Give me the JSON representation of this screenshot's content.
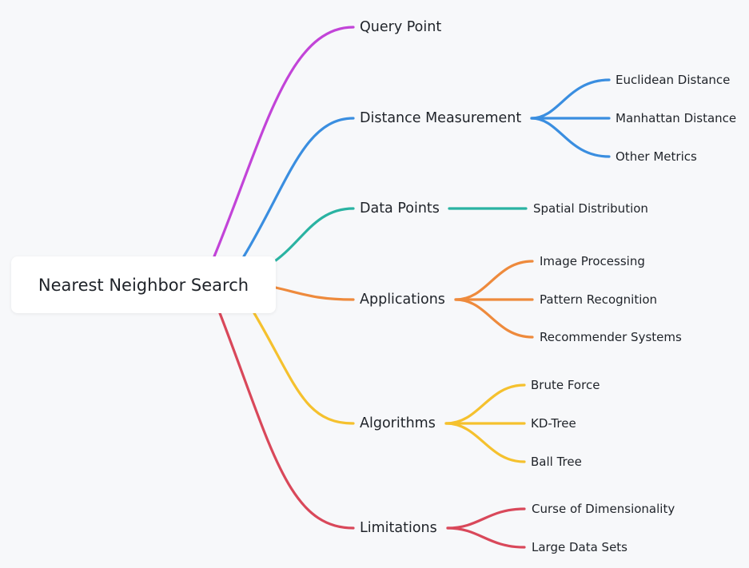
{
  "root": {
    "label": "Nearest Neighbor Search"
  },
  "branches": [
    {
      "label": "Query Point",
      "color": "#c244d8",
      "children": []
    },
    {
      "label": "Distance Measurement",
      "color": "#3a8ee0",
      "children": [
        "Euclidean Distance",
        "Manhattan Distance",
        "Other Metrics"
      ]
    },
    {
      "label": "Data Points",
      "color": "#2ab3a2",
      "children": [
        "Spatial Distribution"
      ]
    },
    {
      "label": "Applications",
      "color": "#ee8a3c",
      "children": [
        "Image Processing",
        "Pattern Recognition",
        "Recommender Systems"
      ]
    },
    {
      "label": "Algorithms",
      "color": "#f5c12e",
      "children": [
        "Brute Force",
        "KD-Tree",
        "Ball Tree"
      ]
    },
    {
      "label": "Limitations",
      "color": "#d9485a",
      "children": [
        "Curse of Dimensionality",
        "Large Data Sets"
      ]
    }
  ]
}
